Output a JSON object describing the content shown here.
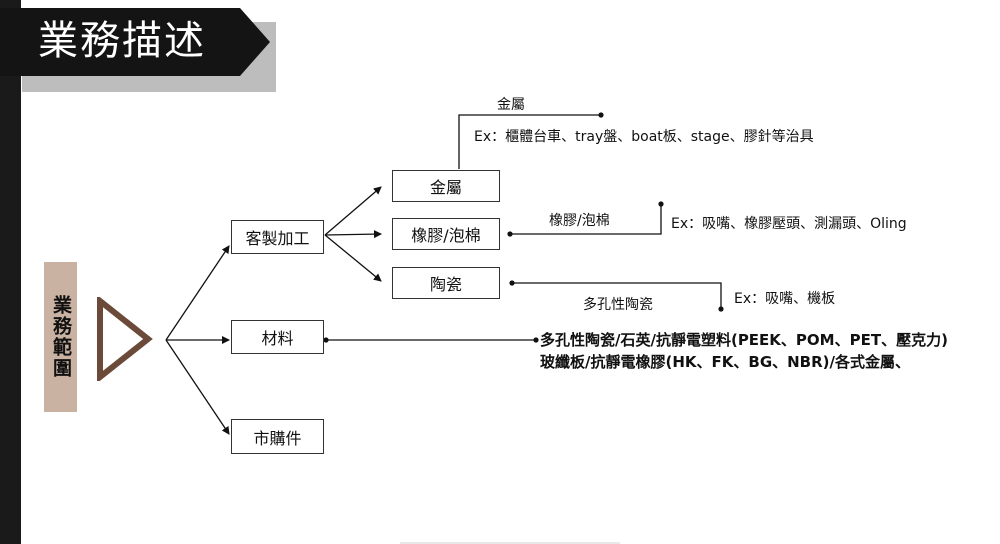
{
  "title": "業務描述",
  "side_label": "業務範圍",
  "nodes": {
    "custom": "客製加工",
    "material": "材料",
    "market": "市購件",
    "metal": "金屬",
    "rubber": "橡膠/泡棉",
    "ceramic": "陶瓷"
  },
  "annotations": {
    "metal_label": "金屬",
    "metal_ex": "Ex：櫃體台車、tray盤、boat板、stage、膠針等治具",
    "rubber_label": "橡膠/泡棉",
    "rubber_ex": "Ex：吸嘴、橡膠壓頭、測漏頭、Oling",
    "ceramic_label": "多孔性陶瓷",
    "ceramic_ex": "Ex：吸嘴、機板",
    "material_line1": "多孔性陶瓷/石英/抗靜電塑料(PEEK、POM、PET、壓克力)",
    "material_line2": "玻纖板/抗靜電橡膠(HK、FK、BG、NBR)/各式金屬、"
  },
  "colors": {
    "title_bg": "#141414",
    "side_label_bg": "#c9b2a2",
    "triangle": "#6b4a3a"
  }
}
